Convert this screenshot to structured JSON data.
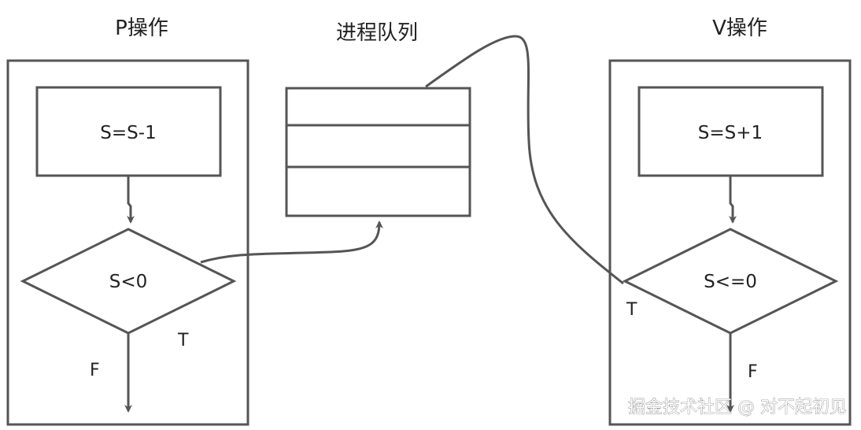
{
  "p_operation": {
    "title": "P操作",
    "step": "S=S-1",
    "condition": "S<0",
    "true_label": "T",
    "false_label": "F"
  },
  "process_queue": {
    "title": "进程队列",
    "slots": 3
  },
  "v_operation": {
    "title": "V操作",
    "step": "S=S+1",
    "condition": "S<=0",
    "true_label": "T",
    "false_label": "F"
  },
  "watermark": "掘金技术社区 @ 对不起初见",
  "colors": {
    "stroke": "#555555",
    "text": "#222222",
    "background": "#ffffff"
  }
}
